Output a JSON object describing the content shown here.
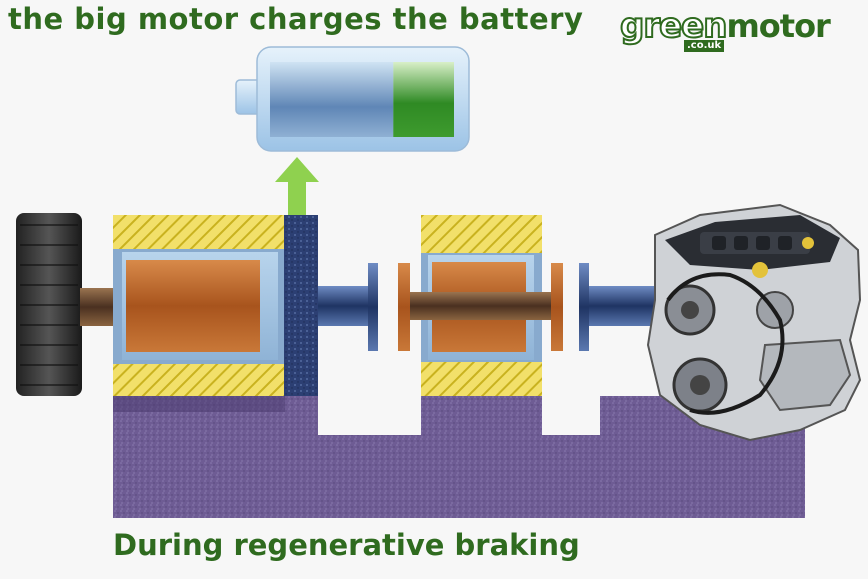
{
  "header": {
    "title": "the big motor charges the battery"
  },
  "footer": {
    "caption": "During regenerative braking"
  },
  "logo": {
    "green": "green",
    "motor": "motor",
    "domain": ".co.uk"
  },
  "colors": {
    "accent_green": "#2f6b1f",
    "arrow_green": "#8fd14f",
    "copper": "#b8652a",
    "shaft_blue": "#2e4a7a",
    "base_purple": "#6e5c94",
    "hatch_yellow": "#e8d13a"
  },
  "battery": {
    "charge_level": 0.33
  },
  "icons": [
    "wheel-icon",
    "engine-icon",
    "battery-icon",
    "up-arrow-icon"
  ]
}
